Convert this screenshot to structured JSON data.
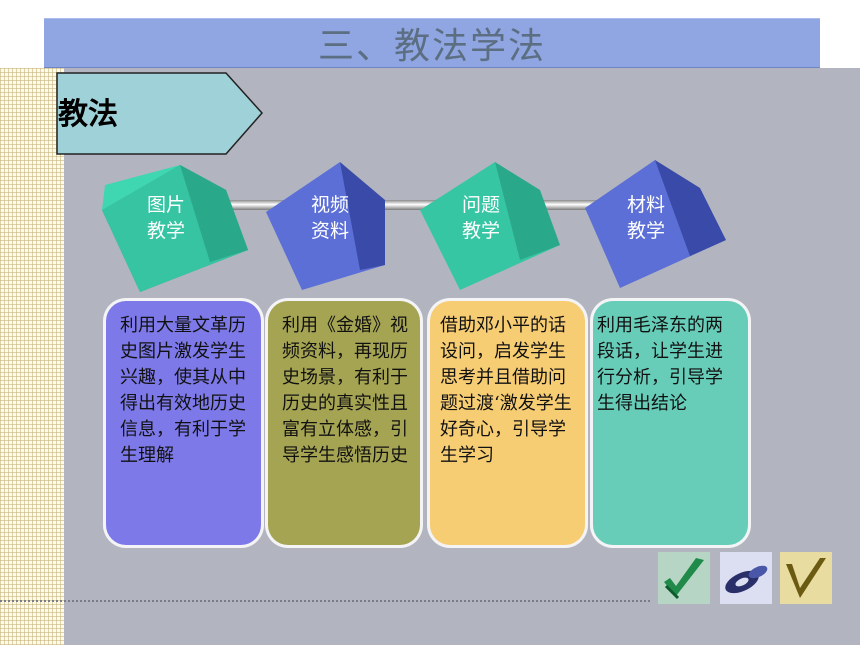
{
  "title": "三、教法学法",
  "section_label": "教法",
  "colors": {
    "title_bar": "#8fa6e2",
    "label_arrow": "#9ed2d8",
    "cube_green": "#37c6a4",
    "cube_blue": "#5c6fd6",
    "card_purple": "#7d79e8",
    "card_olive": "#a5a452",
    "card_yellow": "#f7cd74",
    "card_teal": "#67cdb8"
  },
  "steps": [
    {
      "line1": "图片",
      "line2": "教学"
    },
    {
      "line1": "视频",
      "line2": "资料"
    },
    {
      "line1": "问题",
      "line2": "教学"
    },
    {
      "line1": "材料",
      "line2": "教学"
    }
  ],
  "cards": [
    {
      "text": "利用大量文革历史图片激发学生兴趣，使其从中得出有效地历史信息，有利于学生理解"
    },
    {
      "text": "利用《金婚》视频资料，再现历史场景，有利于历史的真实性且富有立体感，引导学生感悟历史"
    },
    {
      "text": "借助邓小平的话设问，启发学生思考并且借助问题过渡‘激发学生好奇心，引导学生学习"
    },
    {
      "text": "利用毛泽东的两段话，让学生进行分析，引导学生得出结论"
    }
  ],
  "thumbnails": [
    {
      "icon": "green-check-icon"
    },
    {
      "icon": "disc-icon"
    },
    {
      "icon": "gold-check-icon"
    }
  ]
}
